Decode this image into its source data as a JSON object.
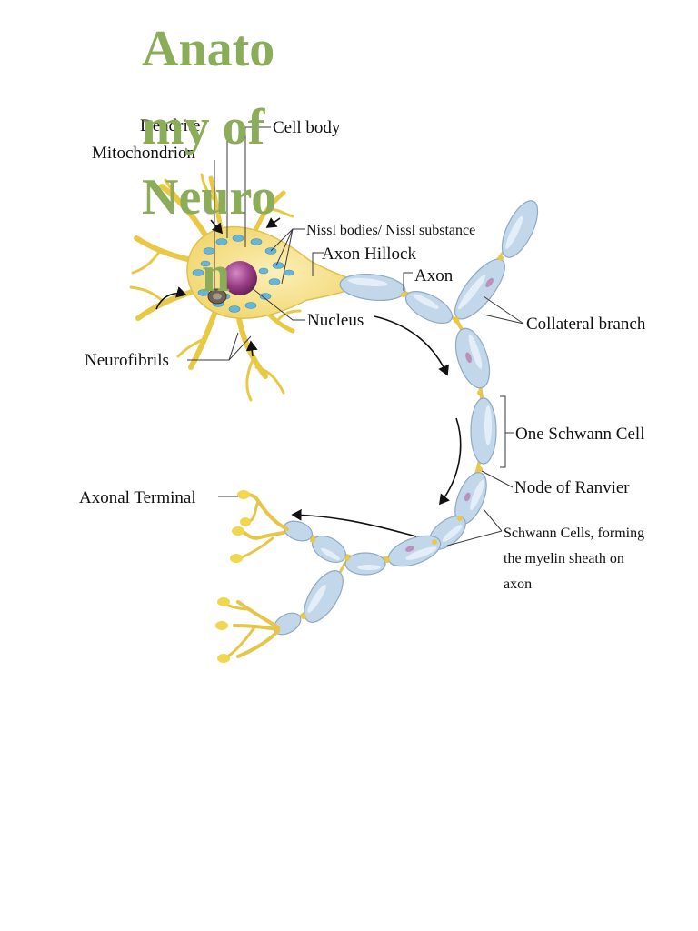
{
  "title": {
    "lines": [
      "Anato",
      "my of",
      "Neuro",
      "n"
    ],
    "color": "#8bac59"
  },
  "labels": {
    "dendrite": "Dendrite",
    "cell_body": "Cell body",
    "mitochondrion": "Mitochondrion",
    "nissl": "Nissl bodies/ Nissl substance",
    "axon_hillock": "Axon Hillock",
    "axon": "Axon",
    "nucleus": "Nucleus",
    "collateral_branch": "Collateral branch",
    "neurofibrils": "Neurofibrils",
    "one_schwann_cell": "One Schwann Cell",
    "node_of_ranvier": "Node of Ranvier",
    "axonal_terminal": "Axonal Terminal",
    "schwann_cells_myelin": [
      "Schwann Cells, forming",
      "the myelin sheath on",
      "axon"
    ]
  },
  "colors": {
    "dendrite": "#e9c944",
    "cell_body": "#f6e18a",
    "myelin": "#c3d7ea",
    "nucleus": "#9b3f86",
    "nissl": "#67b6d8"
  }
}
